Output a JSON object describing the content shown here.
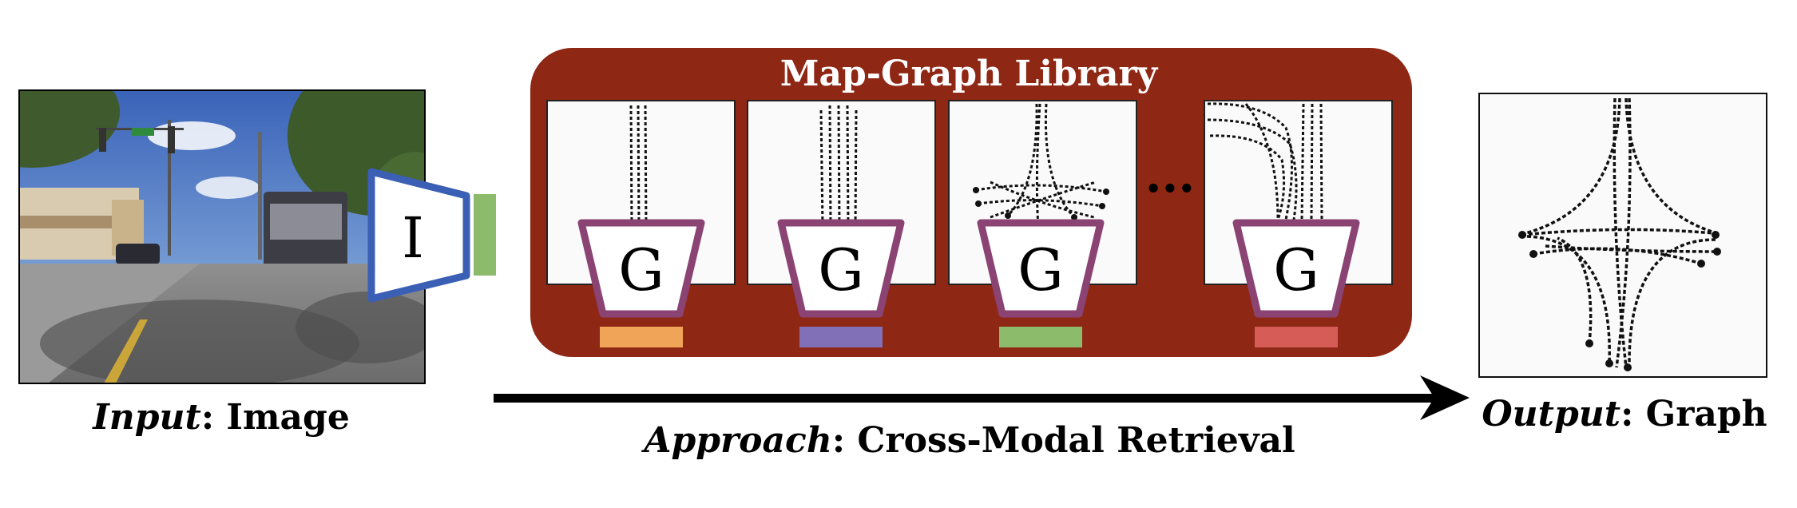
{
  "input": {
    "label_italic": "Input",
    "label_rest": ": Image"
  },
  "image_encoder": {
    "letter": "I",
    "embedding_color": "#8dbb6c"
  },
  "library": {
    "title": "Map-Graph Library",
    "bg_color": "#8f2715",
    "ellipsis": "...",
    "encoder_letter": "G",
    "encoder_color": "#8a4372",
    "embedding_colors": [
      "#f0a457",
      "#8170b8",
      "#8dbb6c",
      "#d65c58"
    ]
  },
  "approach": {
    "label_italic": "Approach",
    "label_rest": ": Cross-Modal Retrieval"
  },
  "output": {
    "label_italic": "Output",
    "label_rest": ": Graph"
  },
  "colors": {
    "image_encoder": "#3b5fb5",
    "arrow": "#000000"
  }
}
